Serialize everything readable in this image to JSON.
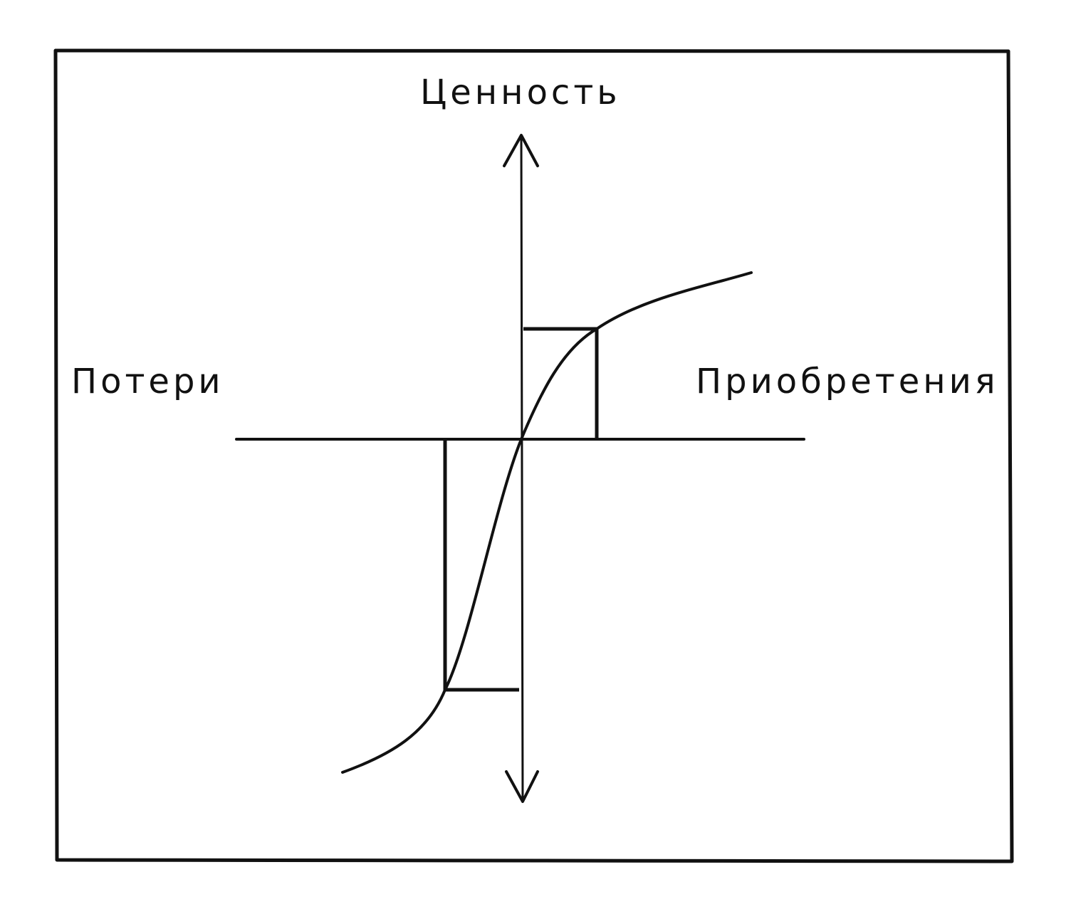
{
  "diagram": {
    "axis_y_label": "Ценность",
    "axis_x_negative_label": "Потери",
    "axis_x_positive_label": "Приобретения",
    "stroke_color": "#111111",
    "background_color": "#ffffff"
  }
}
